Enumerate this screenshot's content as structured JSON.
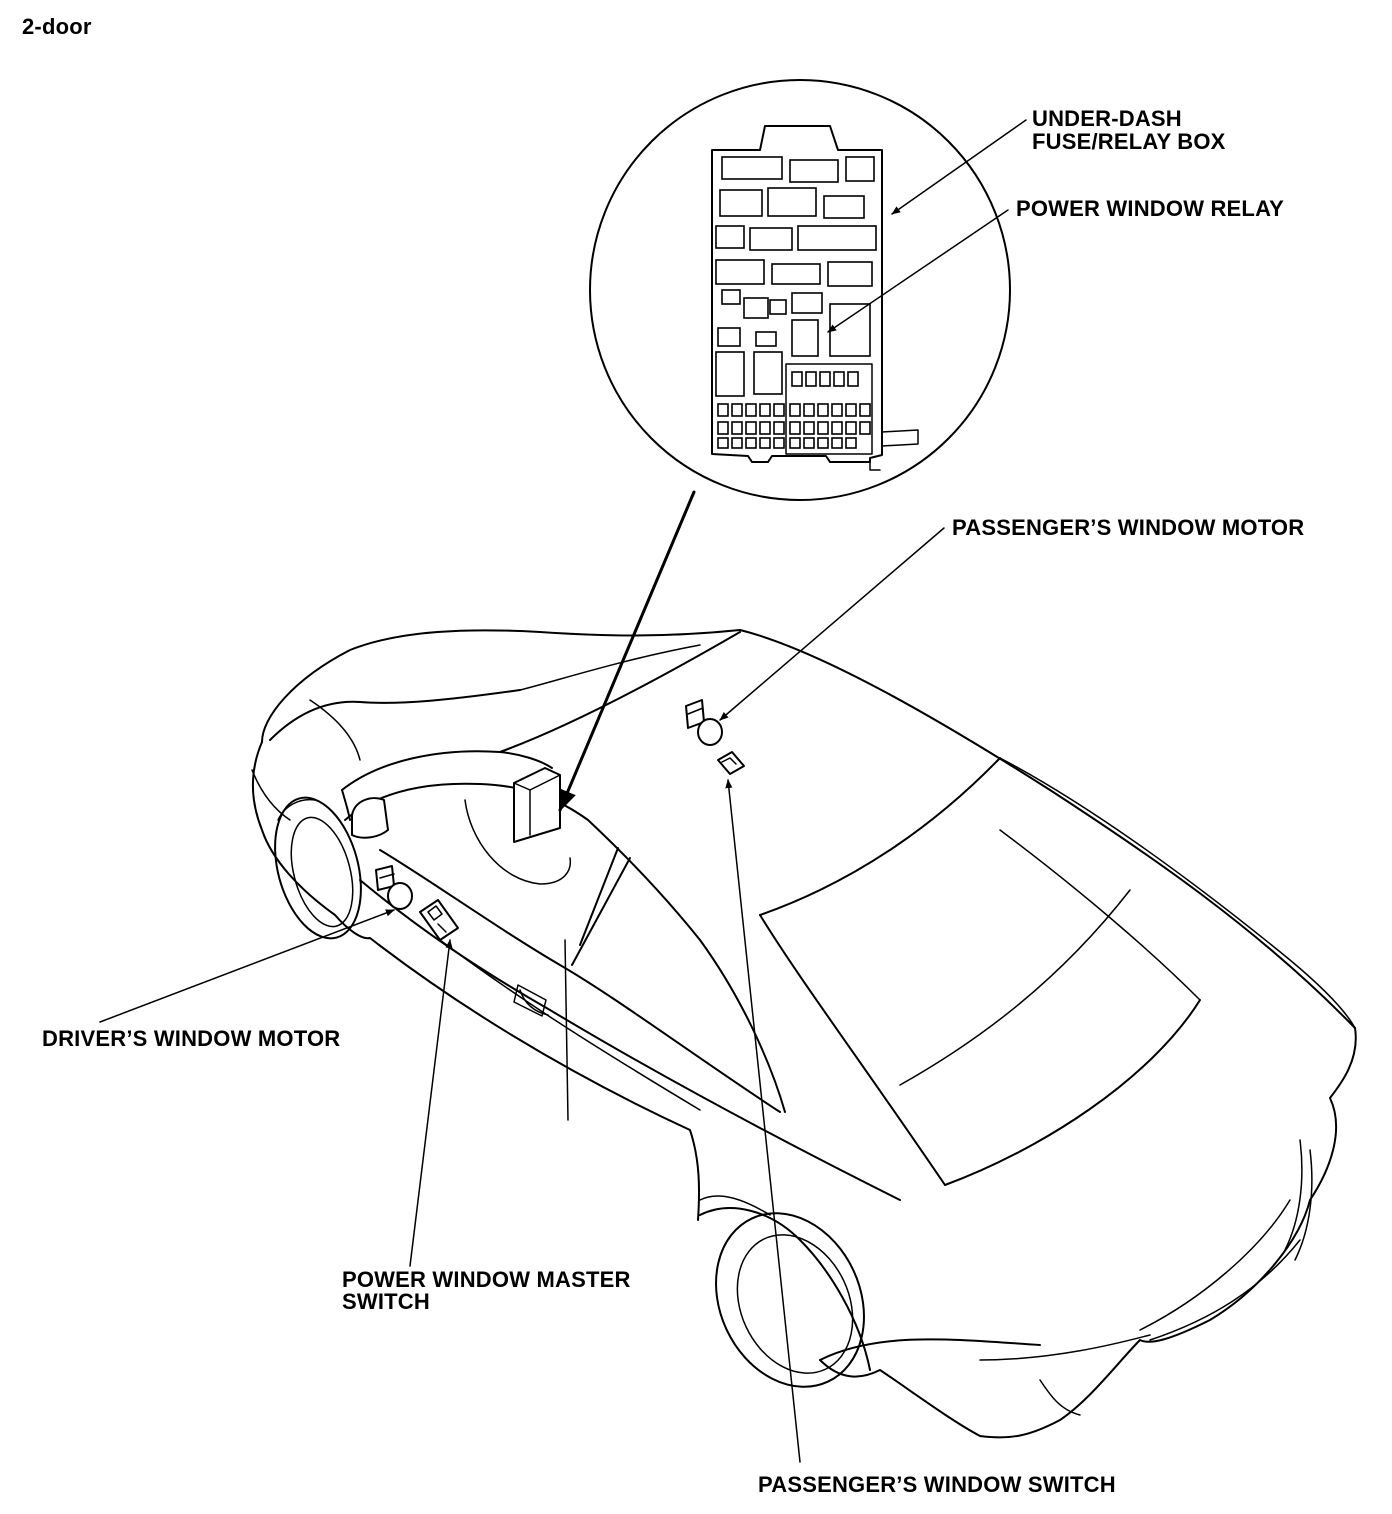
{
  "title": "2-door",
  "labels": {
    "under_dash": [
      "UNDER-DASH",
      "FUSE/RELAY BOX"
    ],
    "power_window_relay": "POWER WINDOW RELAY",
    "passenger_window_motor": "PASSENGER’S WINDOW MOTOR",
    "driver_window_motor": "DRIVER’S WINDOW MOTOR",
    "master_switch": [
      "POWER WINDOW MASTER",
      "SWITCH"
    ],
    "passenger_window_switch": "PASSENGER’S WINDOW SWITCH"
  }
}
